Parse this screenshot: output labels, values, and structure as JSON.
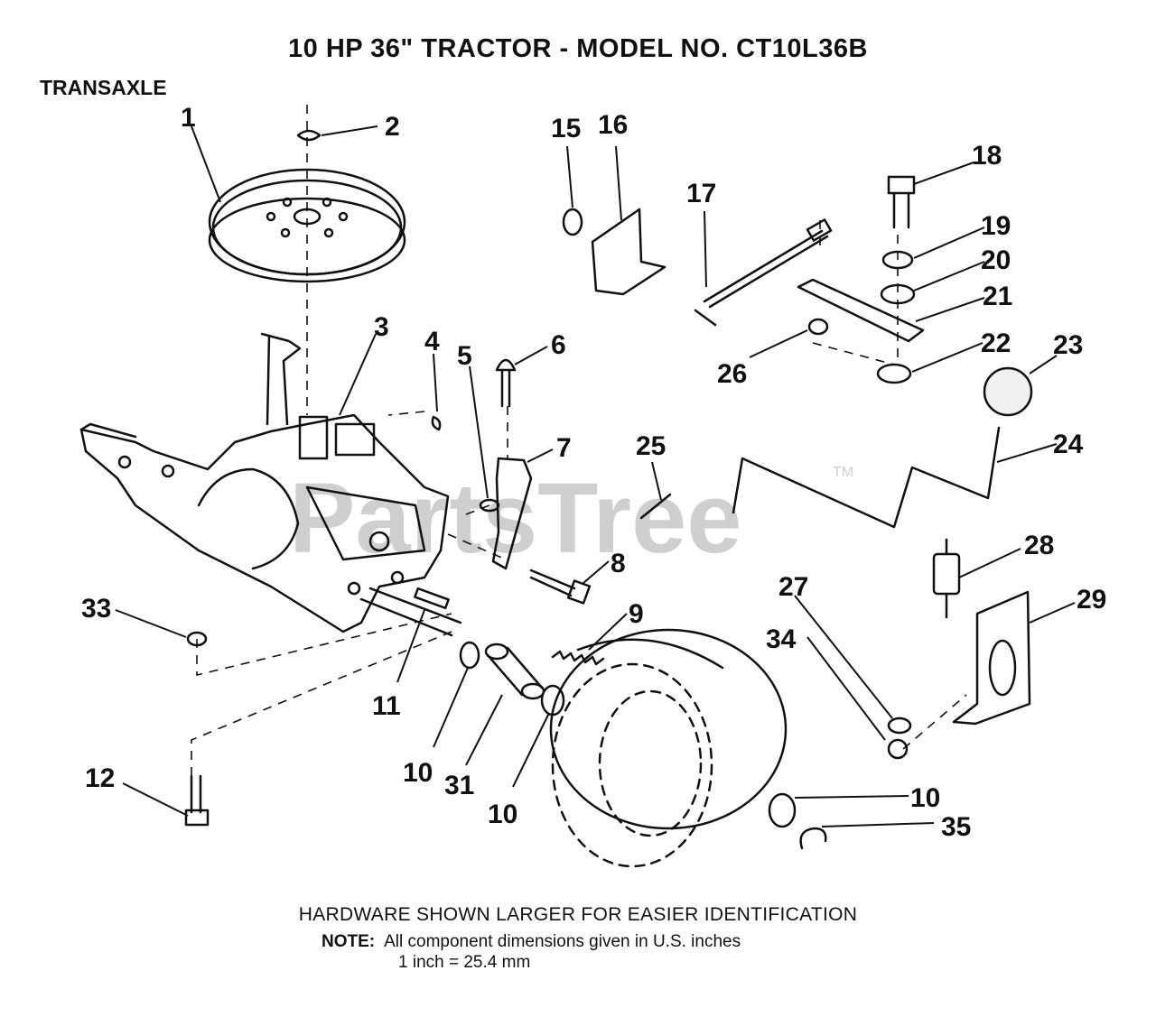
{
  "title": "10 HP 36\" TRACTOR - MODEL NO. CT10L36B",
  "section": "TRANSAXLE",
  "watermark": "PartsTree",
  "watermark_tm": "TM",
  "callouts": {
    "c1": "1",
    "c2": "2",
    "c3": "3",
    "c4": "4",
    "c5": "5",
    "c6": "6",
    "c7": "7",
    "c8": "8",
    "c9": "9",
    "c10a": "10",
    "c10b": "10",
    "c10c": "10",
    "c11": "11",
    "c12": "12",
    "c15": "15",
    "c16": "16",
    "c17": "17",
    "c18": "18",
    "c19": "19",
    "c20": "20",
    "c21": "21",
    "c22": "22",
    "c23": "23",
    "c24": "24",
    "c25": "25",
    "c26": "26",
    "c27": "27",
    "c28": "28",
    "c29": "29",
    "c31": "31",
    "c33": "33",
    "c34": "34",
    "c35": "35"
  },
  "footer": {
    "hardware": "HARDWARE SHOWN LARGER FOR EASIER IDENTIFICATION",
    "note_label": "NOTE:",
    "note_text": "All component dimensions given in U.S. inches",
    "conversion": "1 inch = 25.4 mm"
  }
}
